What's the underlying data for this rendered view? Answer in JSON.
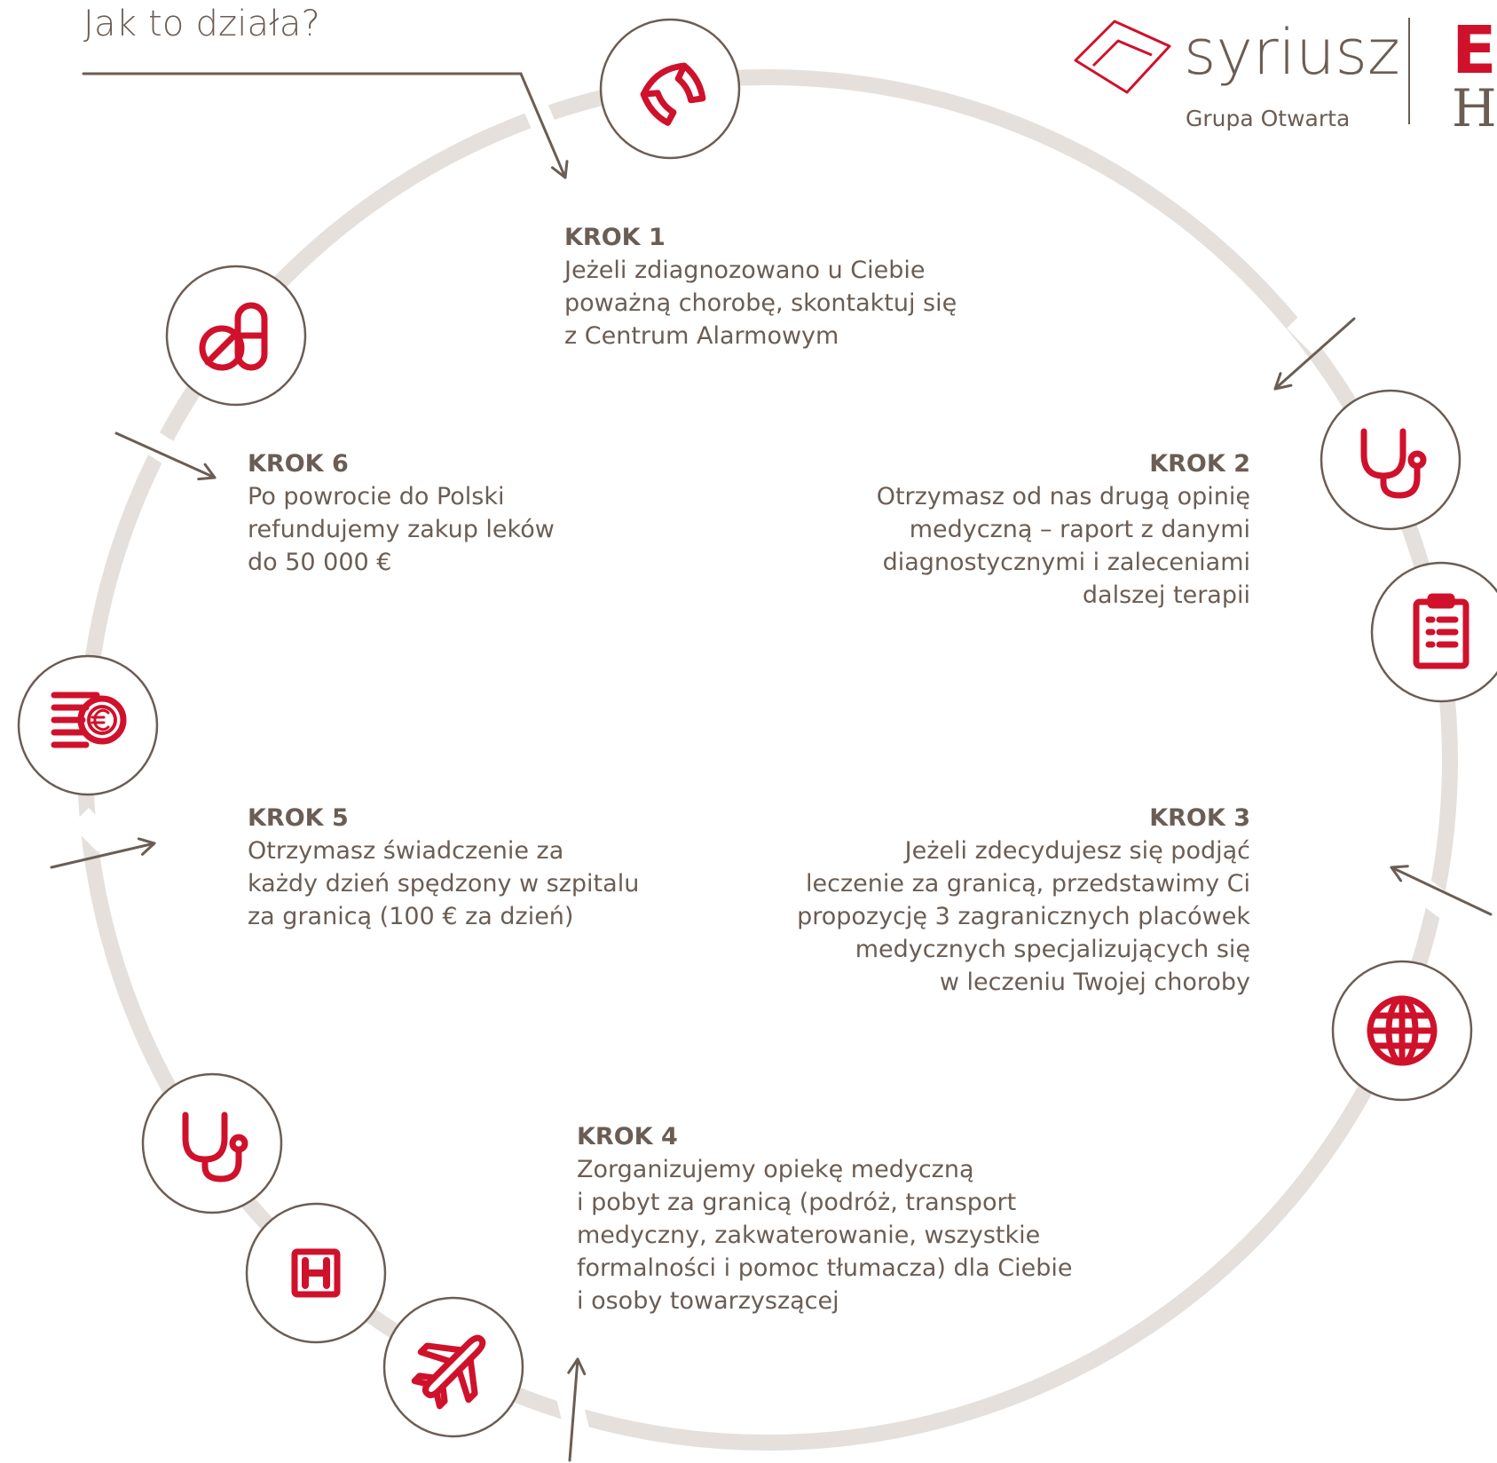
{
  "title": "Jak to działa?",
  "brand": {
    "name": "syriusz",
    "tagline": "Grupa Otwarta",
    "partner_letter_1": "E",
    "partner_letter_2": "H",
    "accent_color": "#d0112b",
    "text_color": "#6b5d54",
    "ring_color": "#e5e0dc"
  },
  "steps": [
    {
      "title": "KROK 1",
      "lines": [
        "Jeżeli zdiagnozowano u Ciebie",
        "poważną chorobę, skontaktuj się",
        "z Centrum Alarmowym"
      ]
    },
    {
      "title": "KROK 2",
      "lines": [
        "Otrzymasz od nas drugą opinię",
        "medyczną – raport z danymi",
        "diagnostycznymi i zaleceniami",
        "dalszej terapii"
      ]
    },
    {
      "title": "KROK 3",
      "lines": [
        "Jeżeli zdecydujesz się podjąć",
        "leczenie za granicą, przedstawimy Ci",
        "propozycję 3 zagranicznych placówek",
        "medycznych specjalizujących się",
        "w leczeniu Twojej choroby"
      ]
    },
    {
      "title": "KROK 4",
      "lines": [
        "Zorganizujemy opiekę medyczną",
        "i pobyt za granicą (podróż, transport",
        "medyczny, zakwaterowanie, wszystkie",
        "formalności i pomoc tłumacza) dla Ciebie",
        "i osoby towarzyszącej"
      ]
    },
    {
      "title": "KROK 5",
      "lines": [
        "Otrzymasz świadczenie za",
        "każdy dzień spędzony w szpitalu",
        "za granicą (100 € za dzień)"
      ]
    },
    {
      "title": "KROK 6",
      "lines": [
        "Po powrocie do Polski",
        "refundujemy zakup leków",
        "do 50 000 €"
      ]
    }
  ],
  "icons": [
    "phone-icon",
    "stethoscope-icon",
    "clipboard-icon",
    "globe-icon",
    "airplane-icon",
    "hospital-icon",
    "stethoscope-icon",
    "euro-coins-icon",
    "pills-icon"
  ]
}
